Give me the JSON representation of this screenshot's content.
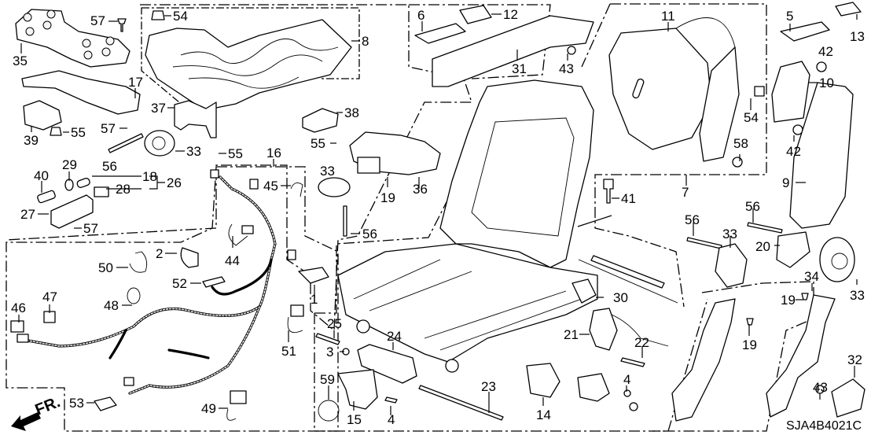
{
  "diagram": {
    "title": "Seat frame / seat components exploded view",
    "code": "SJA4B4021C",
    "front_indicator": "FR.",
    "callouts": [
      {
        "id": "c57a",
        "label": "57"
      },
      {
        "id": "c54a",
        "label": "54"
      },
      {
        "id": "c35",
        "label": "35"
      },
      {
        "id": "c17",
        "label": "17"
      },
      {
        "id": "c8",
        "label": "8"
      },
      {
        "id": "c37",
        "label": "37"
      },
      {
        "id": "c39",
        "label": "39"
      },
      {
        "id": "c55a",
        "label": "55"
      },
      {
        "id": "c57b",
        "label": "57"
      },
      {
        "id": "c33a",
        "label": "33"
      },
      {
        "id": "c56a",
        "label": "56"
      },
      {
        "id": "c55b",
        "label": "55"
      },
      {
        "id": "c38",
        "label": "38"
      },
      {
        "id": "c55c",
        "label": "55"
      },
      {
        "id": "c16",
        "label": "16"
      },
      {
        "id": "c29",
        "label": "29"
      },
      {
        "id": "c40",
        "label": "40"
      },
      {
        "id": "c18",
        "label": "18"
      },
      {
        "id": "c26",
        "label": "26"
      },
      {
        "id": "c28",
        "label": "28"
      },
      {
        "id": "c27",
        "label": "27"
      },
      {
        "id": "c57c",
        "label": "57"
      },
      {
        "id": "c45",
        "label": "45"
      },
      {
        "id": "c33b",
        "label": "33"
      },
      {
        "id": "c19a",
        "label": "19"
      },
      {
        "id": "c36",
        "label": "36"
      },
      {
        "id": "c56b",
        "label": "56"
      },
      {
        "id": "c44",
        "label": "44"
      },
      {
        "id": "c2",
        "label": "2"
      },
      {
        "id": "c50",
        "label": "50"
      },
      {
        "id": "c52",
        "label": "52"
      },
      {
        "id": "c1",
        "label": "1"
      },
      {
        "id": "c48",
        "label": "48"
      },
      {
        "id": "c47",
        "label": "47"
      },
      {
        "id": "c46",
        "label": "46"
      },
      {
        "id": "c51",
        "label": "51"
      },
      {
        "id": "c53",
        "label": "53"
      },
      {
        "id": "c49",
        "label": "49"
      },
      {
        "id": "c6",
        "label": "6"
      },
      {
        "id": "c12",
        "label": "12"
      },
      {
        "id": "c31",
        "label": "31"
      },
      {
        "id": "c43a",
        "label": "43"
      },
      {
        "id": "c11",
        "label": "11"
      },
      {
        "id": "c5",
        "label": "5"
      },
      {
        "id": "c13",
        "label": "13"
      },
      {
        "id": "c42a",
        "label": "42"
      },
      {
        "id": "c10",
        "label": "10"
      },
      {
        "id": "c54b",
        "label": "54"
      },
      {
        "id": "c42b",
        "label": "42"
      },
      {
        "id": "c58",
        "label": "58"
      },
      {
        "id": "c9",
        "label": "9"
      },
      {
        "id": "c7",
        "label": "7"
      },
      {
        "id": "c41",
        "label": "41"
      },
      {
        "id": "c56c",
        "label": "56"
      },
      {
        "id": "c56d",
        "label": "56"
      },
      {
        "id": "c33c",
        "label": "33"
      },
      {
        "id": "c20",
        "label": "20"
      },
      {
        "id": "c34",
        "label": "34"
      },
      {
        "id": "c33d",
        "label": "33"
      },
      {
        "id": "c30",
        "label": "30"
      },
      {
        "id": "c19b",
        "label": "19"
      },
      {
        "id": "c19c",
        "label": "19"
      },
      {
        "id": "c25",
        "label": "25"
      },
      {
        "id": "c24",
        "label": "24"
      },
      {
        "id": "c3",
        "label": "3"
      },
      {
        "id": "c21",
        "label": "21"
      },
      {
        "id": "c22",
        "label": "22"
      },
      {
        "id": "c23",
        "label": "23"
      },
      {
        "id": "c59",
        "label": "59"
      },
      {
        "id": "c15",
        "label": "15"
      },
      {
        "id": "c4a",
        "label": "4"
      },
      {
        "id": "c14",
        "label": "14"
      },
      {
        "id": "c4b",
        "label": "4"
      },
      {
        "id": "c43b",
        "label": "43"
      },
      {
        "id": "c32",
        "label": "32"
      }
    ]
  }
}
